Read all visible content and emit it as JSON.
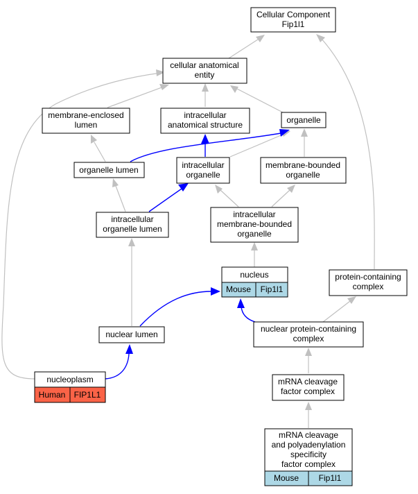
{
  "nodes": {
    "cellular_component": [
      "Cellular Component",
      "Fip1l1"
    ],
    "cellular_anatomical_entity": [
      "cellular anatomical",
      "entity"
    ],
    "membrane_enclosed_lumen": [
      "membrane-enclosed",
      "lumen"
    ],
    "intracellular_anatomical_structure": [
      "intracellular",
      "anatomical structure"
    ],
    "organelle": [
      "organelle"
    ],
    "organelle_lumen": [
      "organelle lumen"
    ],
    "intracellular_organelle": [
      "intracellular",
      "organelle"
    ],
    "membrane_bounded_organelle": [
      "membrane-bounded",
      "organelle"
    ],
    "intracellular_organelle_lumen": [
      "intracellular",
      "organelle lumen"
    ],
    "intracellular_membrane_bounded_organelle": [
      "intracellular",
      "membrane-bounded",
      "organelle"
    ],
    "nucleus": [
      "nucleus"
    ],
    "protein_containing_complex": [
      "protein-containing",
      "complex"
    ],
    "nuclear_lumen": [
      "nuclear lumen"
    ],
    "nuclear_protein_containing_complex": [
      "nuclear protein-containing",
      "complex"
    ],
    "nucleoplasm": [
      "nucleoplasm"
    ],
    "mrna_cleavage_factor_complex": [
      "mRNA cleavage",
      "factor complex"
    ],
    "cpsf_complex": [
      "mRNA cleavage",
      "and polyadenylation",
      "specificity",
      "factor complex"
    ]
  },
  "annotations": {
    "nucleus": {
      "species": "Mouse",
      "gene": "Fip1l1"
    },
    "nucleoplasm": {
      "species": "Human",
      "gene": "FIP1L1"
    },
    "cpsf_complex": {
      "species": "Mouse",
      "gene": "Fip1l1"
    }
  },
  "colors": {
    "mouse_cell": "#add8e6",
    "human_cell": "#fa6347",
    "edge_gray": "#c0c0c0",
    "edge_blue": "#0000ff"
  }
}
